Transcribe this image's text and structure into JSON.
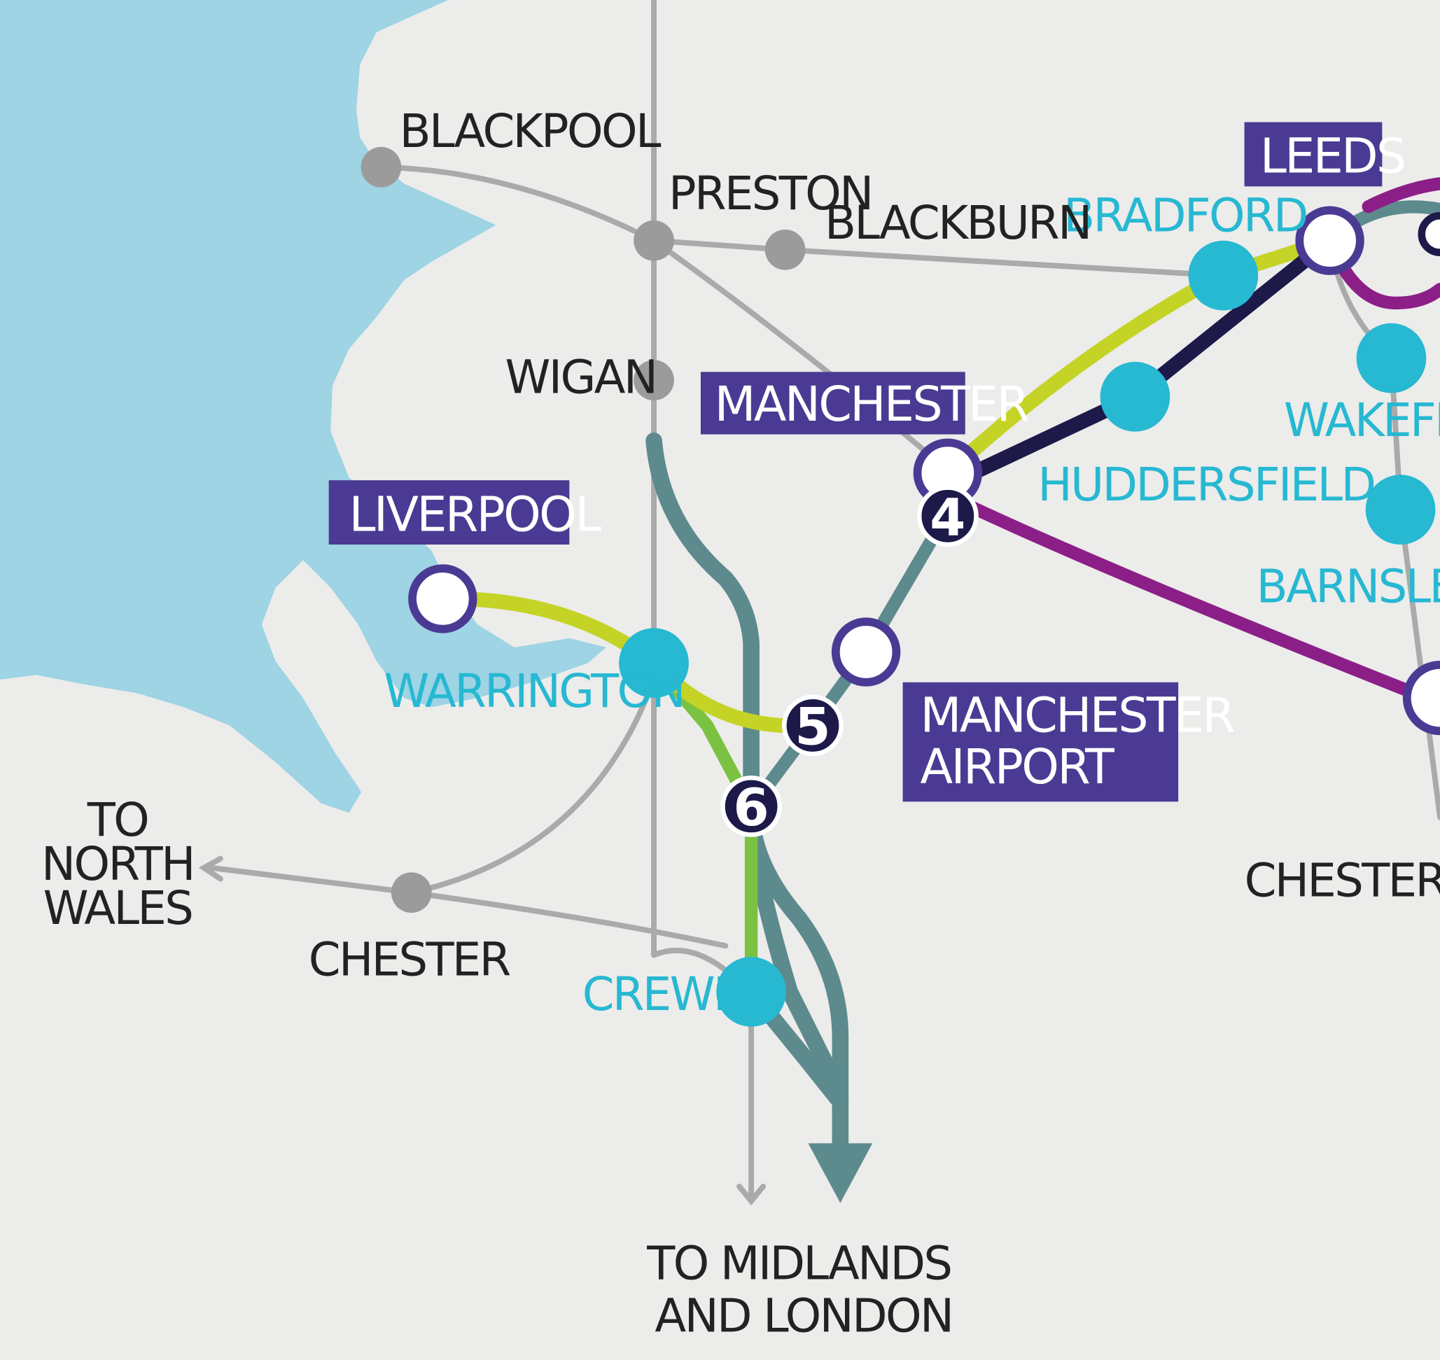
{
  "map": {
    "colors": {
      "background": "#ececeb",
      "sea": "#9ed4e4",
      "existing_rail": "#aaaaaa",
      "line_lime": "#c5d326",
      "line_green": "#7cc242",
      "line_teal": "#5d8a8d",
      "line_navy": "#1d1a4a",
      "line_purple": "#8c1f87",
      "city_box": "#4b3a93",
      "station_cyan": "#27b8d2",
      "station_grey": "#9b9b9b",
      "junction": "#1d1a4a"
    },
    "major_cities": {
      "leeds": "LEEDS",
      "manchester": "MANCHESTER",
      "liverpool": "LIVERPOOL",
      "manchester_airport_line1": "MANCHESTER",
      "manchester_airport_line2": "AIRPORT"
    },
    "stations": {
      "bradford": "BRADFORD",
      "huddersfield": "HUDDERSFIELD",
      "wakefield": "WAKEFIELD",
      "barnsley": "BARNSLEY",
      "warrington": "WARRINGTON",
      "crewe": "CREWE"
    },
    "towns": {
      "blackpool": "BLACKPOOL",
      "preston": "PRESTON",
      "blackburn": "BLACKBURN",
      "wigan": "WIGAN",
      "chester": "CHESTER",
      "chesterfield": "CHESTERFIELD"
    },
    "junctions": {
      "j4": "4",
      "j5": "5",
      "j6": "6"
    },
    "destinations": {
      "north_wales_1": "TO",
      "north_wales_2": "NORTH",
      "north_wales_3": "WALES",
      "midlands_1": "TO MIDLANDS",
      "midlands_2": "AND LONDON"
    }
  }
}
